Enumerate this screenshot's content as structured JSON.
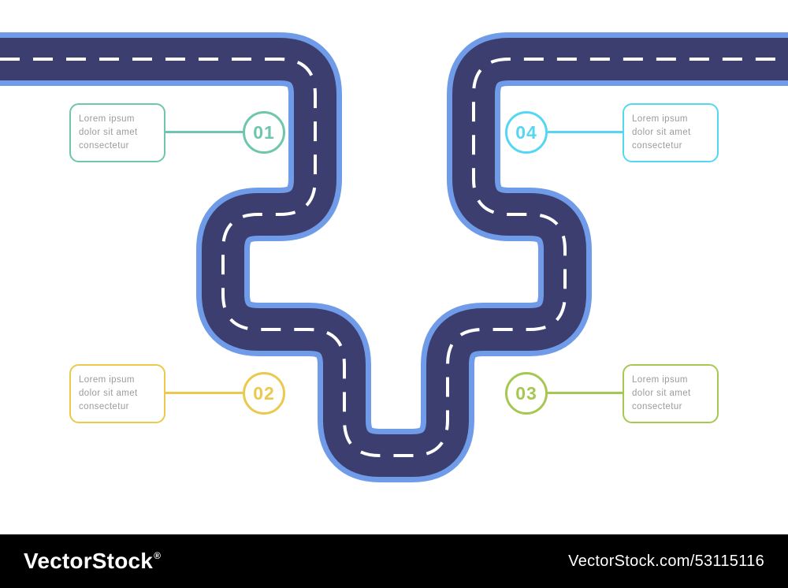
{
  "illustration": {
    "road": {
      "fill_color": "#3b3e6f",
      "border_color": "#6f9be8",
      "dash_color": "#ffffff"
    },
    "steps": [
      {
        "number": "01",
        "color": "#6fc5ae",
        "text": "Lorem ipsum dolor sit amet consectetur"
      },
      {
        "number": "02",
        "color": "#eac94e",
        "text": "Lorem ipsum dolor sit amet consectetur"
      },
      {
        "number": "03",
        "color": "#a6c853",
        "text": "Lorem ipsum dolor sit amet consectetur"
      },
      {
        "number": "04",
        "color": "#55d7f3",
        "text": "Lorem ipsum dolor sit amet consectetur"
      }
    ]
  },
  "footer": {
    "brand": "VectorStock",
    "registered": "®",
    "site_ref": "VectorStock.com/53115116",
    "background": "#000000",
    "text_color": "#ffffff"
  }
}
